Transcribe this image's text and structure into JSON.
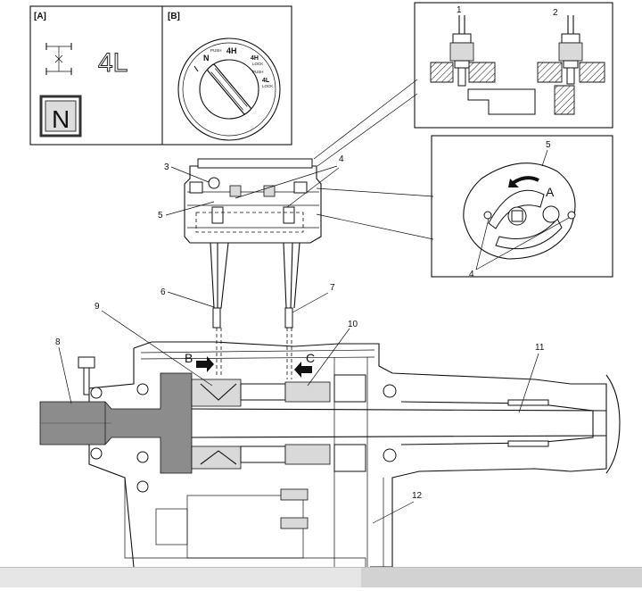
{
  "panel_a": {
    "label": "[A]",
    "indicator_text": "4L",
    "neutral_text": "N"
  },
  "panel_b": {
    "label": "[B]",
    "positions": {
      "n": "N",
      "h4": "4H",
      "l4": "4L",
      "lock": "LOCK",
      "push": "PUSH"
    }
  },
  "callouts": {
    "c1": "1",
    "c2": "2",
    "c3": "3",
    "c4": "4",
    "c5": "5",
    "c6": "6",
    "c7": "7",
    "c8": "8",
    "c9": "9",
    "c10": "10",
    "c11": "11",
    "c12": "12"
  },
  "arrows": {
    "a": "A",
    "b": "B",
    "c": "C"
  }
}
